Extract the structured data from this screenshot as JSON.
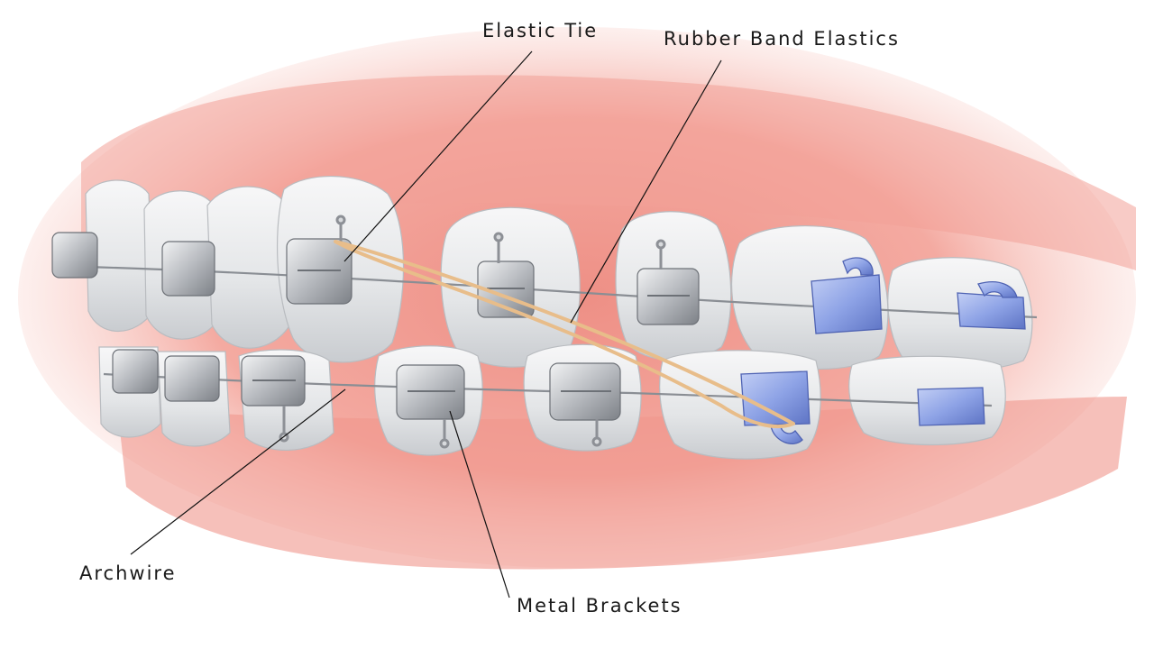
{
  "labels": {
    "elastic_tie": "Elastic Tie",
    "rubber_band_elastics": "Rubber Band Elastics",
    "archwire": "Archwire",
    "metal_brackets": "Metal Brackets"
  },
  "colors": {
    "gum": "#f2a49a",
    "gum_light": "#fde7e3",
    "tooth": "#e9eaeb",
    "tooth_shade": "#c7c9cc",
    "metal": "#b9bcc0",
    "metal_dark": "#7c8086",
    "ceramic_blue": "#8ea3e6",
    "rubber_band": "#e8bd8a",
    "leader_line": "#111111"
  }
}
